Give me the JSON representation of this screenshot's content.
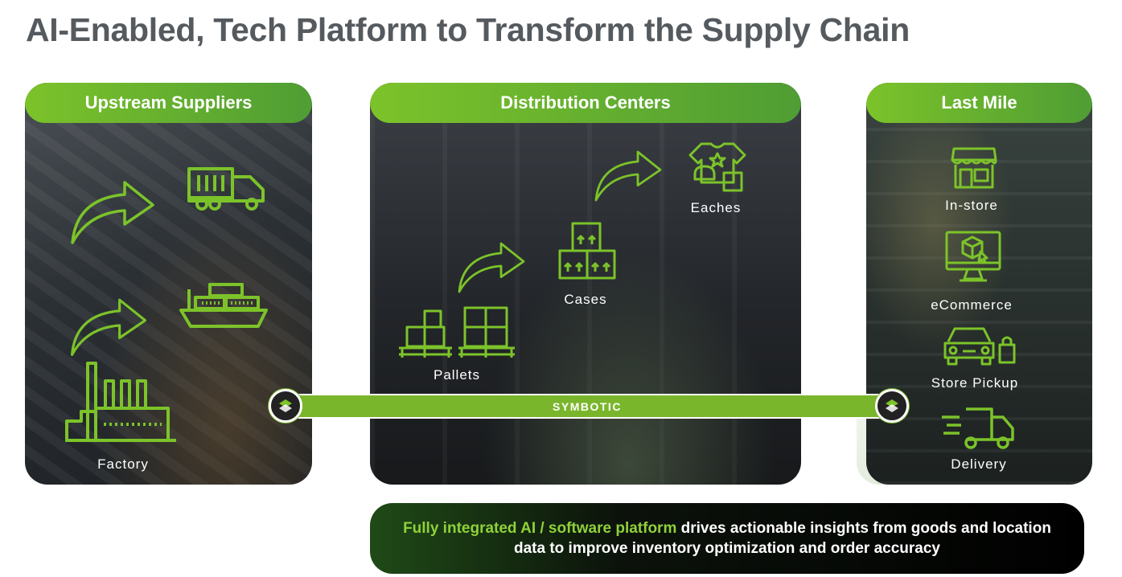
{
  "title": "AI-Enabled, Tech Platform to Transform the Supply Chain",
  "panels": {
    "upstream": {
      "header": "Upstream Suppliers",
      "factory_label": "Factory"
    },
    "distribution": {
      "header": "Distribution Centers",
      "pallets_label": "Pallets",
      "cases_label": "Cases",
      "eaches_label": "Eaches"
    },
    "last_mile": {
      "header": "Last Mile",
      "instore_label": "In-store",
      "ecommerce_label": "eCommerce",
      "pickup_label": "Store Pickup",
      "delivery_label": "Delivery"
    }
  },
  "connector": {
    "label": "SYMBOTIC"
  },
  "footer": {
    "highlight": "Fully integrated AI / software platform",
    "rest": " drives actionable insights from goods and location data to improve inventory optimization and order accuracy"
  },
  "colors": {
    "accent": "#7cc32a",
    "title": "#555a5f"
  },
  "icons": [
    "truck-icon",
    "ship-icon",
    "factory-icon",
    "curved-arrow-icon",
    "pallet-boxes-icon",
    "cases-icon",
    "apparel-icon",
    "storefront-icon",
    "monitor-package-icon",
    "car-bag-icon",
    "delivery-truck-icon",
    "symbotic-logo-icon"
  ]
}
